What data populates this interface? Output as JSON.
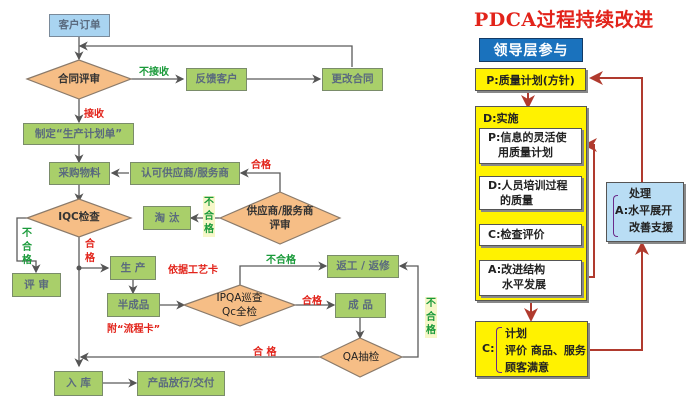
{
  "flowchart": {
    "nodes": {
      "customer_order": "客户订单",
      "contract_review": "合同评审",
      "feedback_customer": "反馈客户",
      "change_contract": "更改合同",
      "make_plan": "制定“生产计划单”",
      "purchase": "采购物料",
      "approved_supplier": "认可供应商/服务商",
      "iqc": "IQC检查",
      "eliminate": "淘  汰",
      "supplier_review_line1": "供应商/服务商",
      "supplier_review_line2": "评审",
      "review": "评  审",
      "production": "生  产",
      "semi_product": "半成品",
      "ipqa_line1": "IPQA巡查",
      "ipqa_line2": "Qc全检",
      "rework": "返工 / 返修",
      "finished": "成  品",
      "qa_sampling": "QA抽检",
      "warehouse": "入  库",
      "release": "产品放行/交付"
    },
    "labels": {
      "not_accept": "不接收",
      "accept": "接收",
      "pass_supplier": "合格",
      "fail_supplier": "不合格",
      "fail_iqc": "不合格",
      "pass_iqc": "合格",
      "per_process_card": "依据工艺卡",
      "attach_flow_card": "附“流程卡”",
      "fail_ipqa": "不合格",
      "pass_ipqa": "合格",
      "pass_qa": "合  格",
      "fail_qa": "不合格"
    },
    "colors": {
      "box": "#a9cf6a",
      "order_box": "#a9d4f1",
      "decision": "#f6be86",
      "pass": "#e2231a",
      "fail": "#1a9a3a"
    }
  },
  "pdca": {
    "title": "PDCA过程持续改进",
    "banner": "领导层参与",
    "plan": "P:质量计划(方针)",
    "do_title": "D:实施",
    "do_p_line1": "P:信息的灵活使",
    "do_p_line2": "用质量计划",
    "do_d_line1": "D:人员培训过程",
    "do_d_line2": "的质量",
    "do_c": "C:检查评价",
    "do_a_line1": "A:改进结构",
    "do_a_line2": "水平发展",
    "check_prefix": "C:",
    "check_line1": "计划",
    "check_line2": "评价 商品、服务",
    "check_line3": "顾客满意",
    "act_line1": "处理",
    "act_line2": "A:水平展开",
    "act_line3": "改善支援",
    "colors": {
      "title": "#e2231a",
      "banner": "#1a72bd",
      "yellow": "#fff200",
      "act": "#b9ddf4",
      "arrow": "#b03a2e"
    }
  }
}
